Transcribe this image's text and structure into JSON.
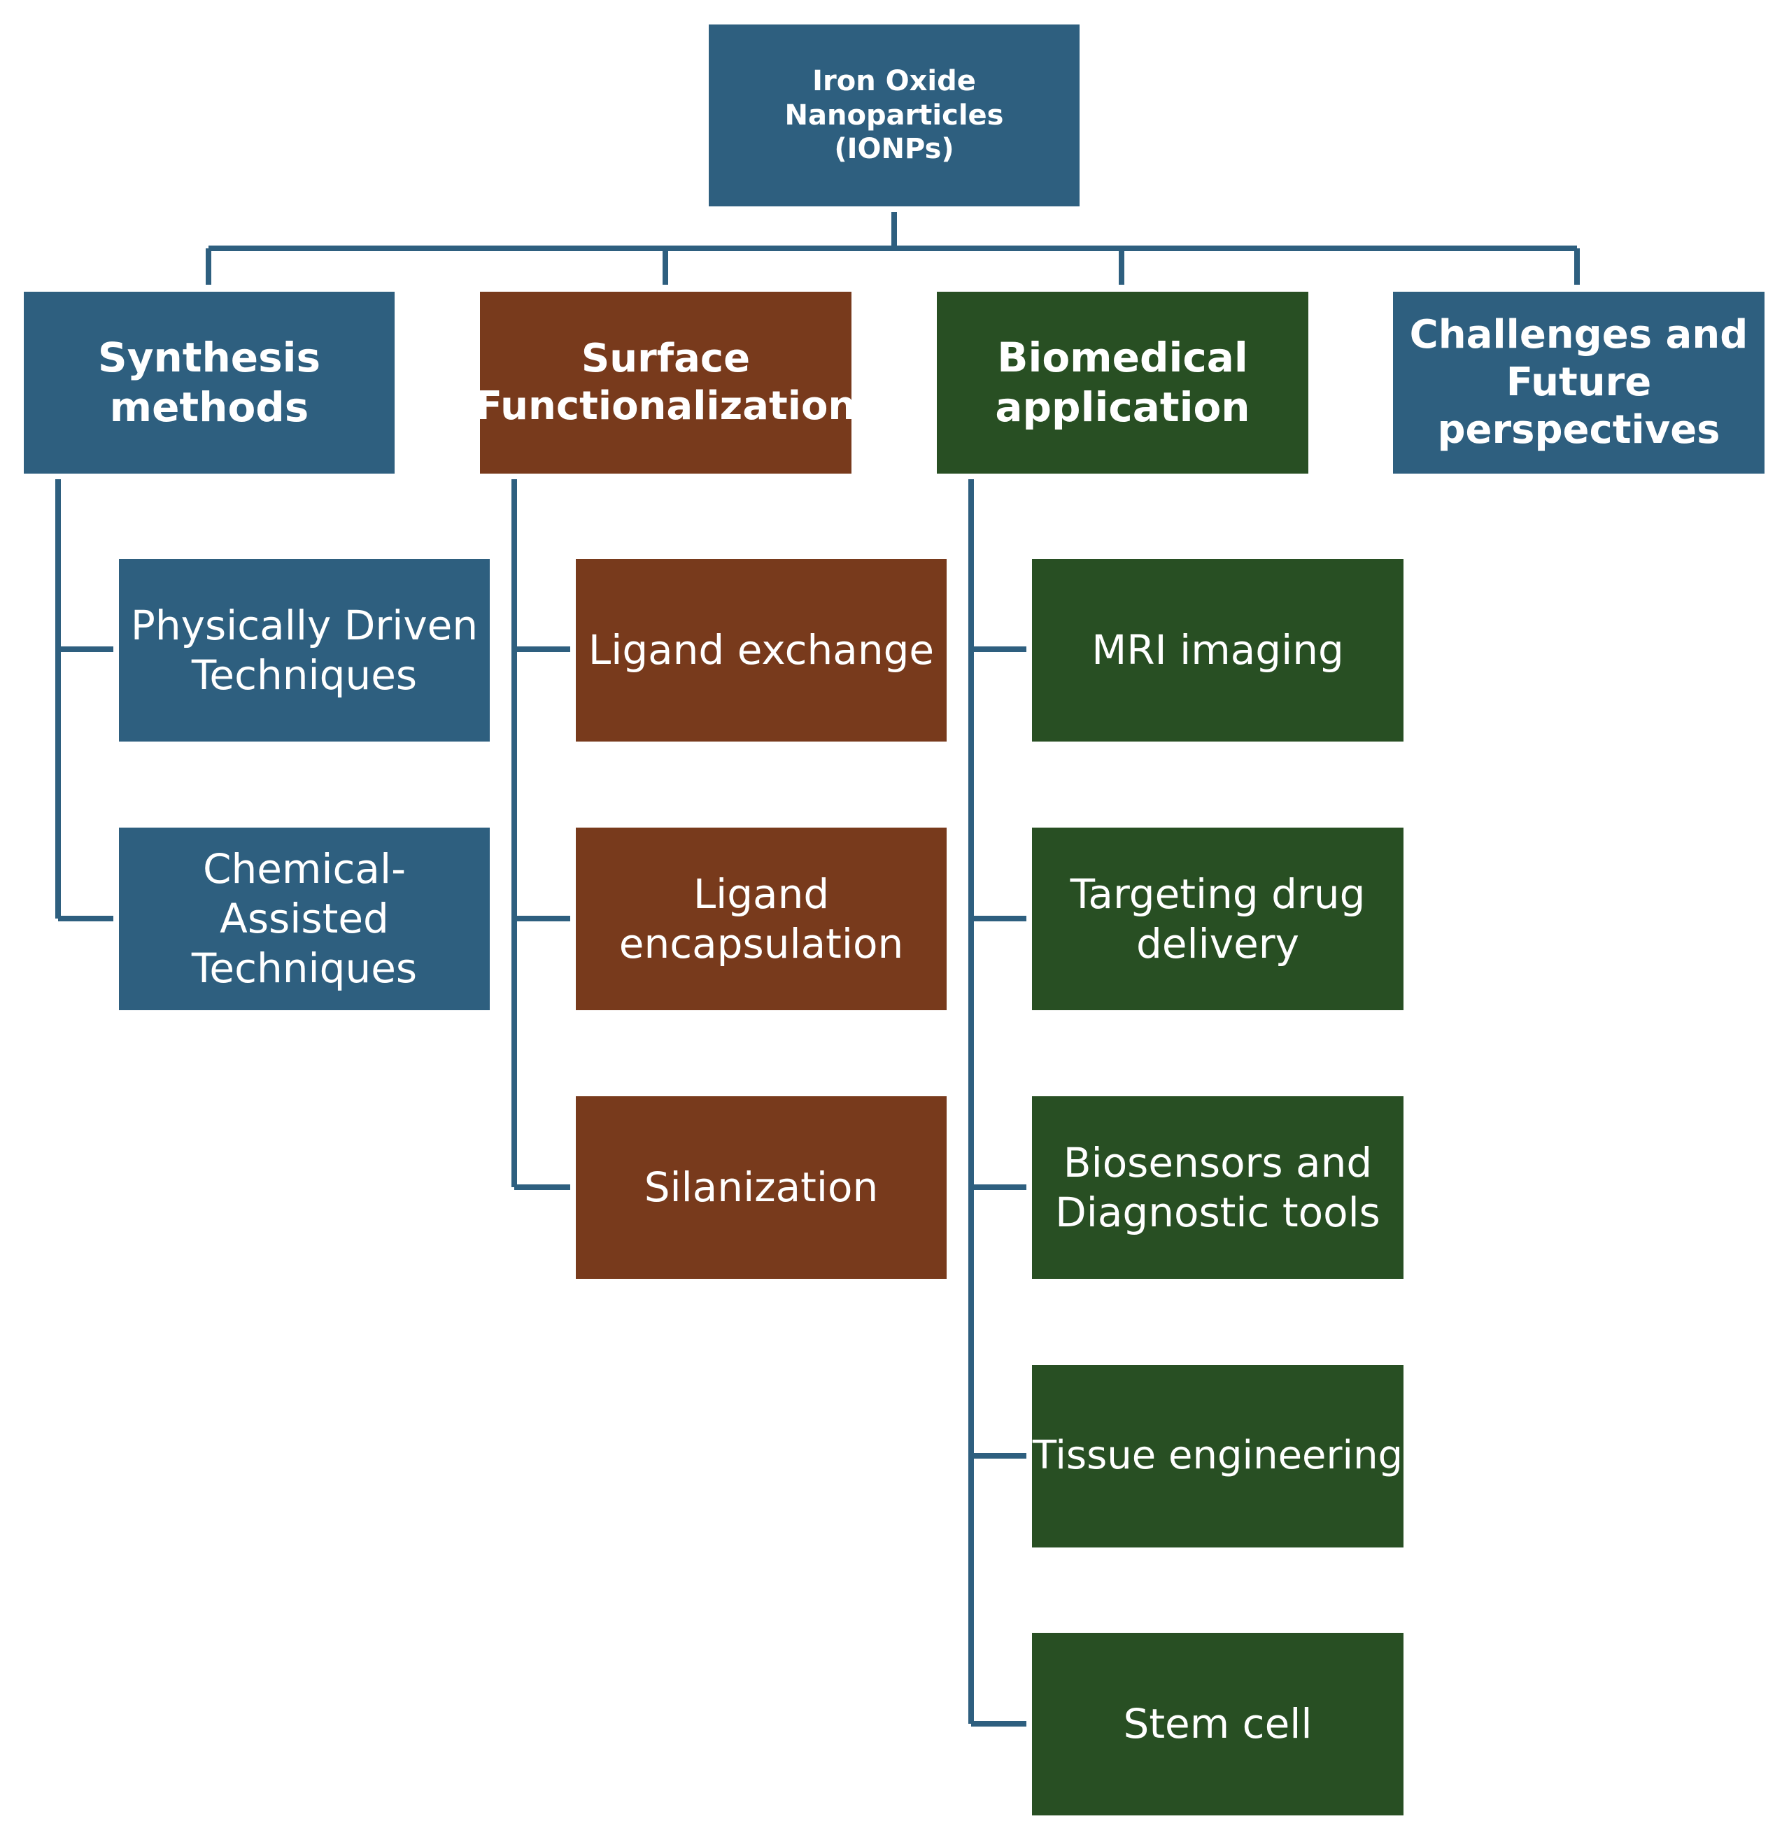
{
  "colors": {
    "blue": "#2e5f7f",
    "brown": "#783a1c",
    "green": "#284f23",
    "line": "#2e5f7f"
  },
  "diagram": {
    "root": {
      "label": "Iron Oxide Nanoparticles\n(IONPs)"
    },
    "branches": [
      {
        "label": "Synthesis\nmethods",
        "color": "blue",
        "children": [
          {
            "label": "Physically Driven\nTechniques"
          },
          {
            "label": "Chemical-\nAssisted\nTechniques"
          }
        ]
      },
      {
        "label": "Surface\nFunctionalization",
        "color": "brown",
        "children": [
          {
            "label": "Ligand exchange"
          },
          {
            "label": "Ligand\nencapsulation"
          },
          {
            "label": "Silanization"
          }
        ]
      },
      {
        "label": "Biomedical\napplication",
        "color": "green",
        "children": [
          {
            "label": "MRI imaging"
          },
          {
            "label": "Targeting drug\ndelivery"
          },
          {
            "label": "Biosensors and\nDiagnostic tools"
          },
          {
            "label": "Tissue engineering"
          },
          {
            "label": "Stem cell"
          }
        ]
      },
      {
        "label": "Challenges and\nFuture\nperspectives",
        "color": "blue",
        "children": []
      }
    ]
  }
}
